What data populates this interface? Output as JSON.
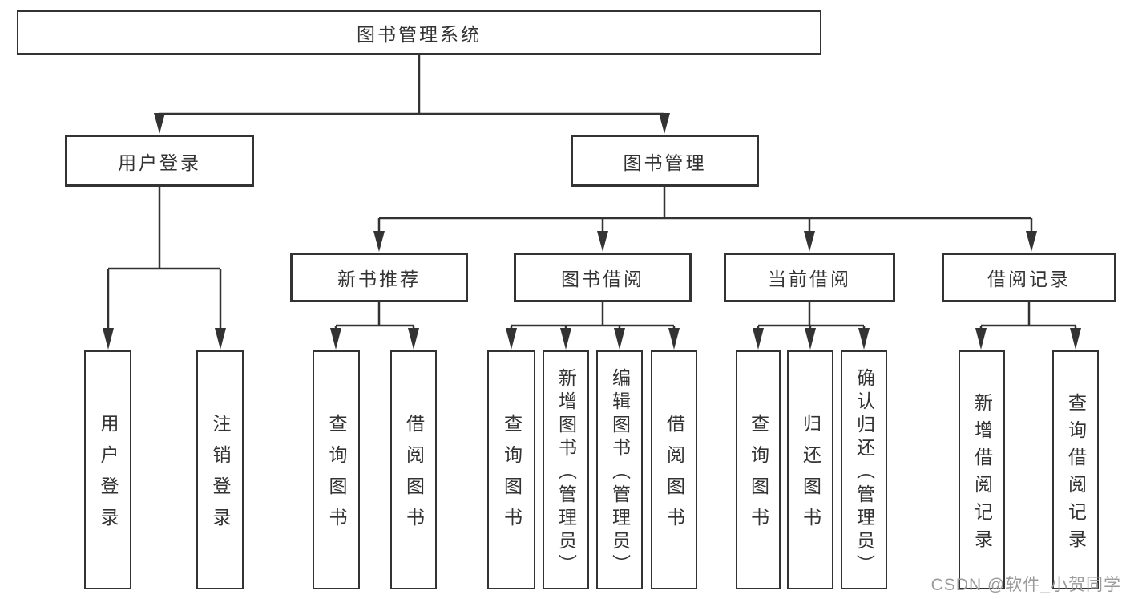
{
  "tree": {
    "root": "图书管理系统",
    "branches": [
      {
        "label": "用户登录",
        "children": [
          "用户登录",
          "注销登录"
        ]
      },
      {
        "label": "图书管理",
        "sections": [
          {
            "label": "新书推荐",
            "children": [
              "查询图书",
              "借阅图书"
            ]
          },
          {
            "label": "图书借阅",
            "children": [
              "查询图书",
              "新增图书（管理员）",
              "编辑图书（管理员）",
              "借阅图书"
            ]
          },
          {
            "label": "当前借阅",
            "children": [
              "查询图书",
              "归还图书",
              "确认归还（管理员）"
            ]
          },
          {
            "label": "借阅记录",
            "children": [
              "新增借阅记录",
              "查询借阅记录"
            ]
          }
        ]
      }
    ]
  },
  "watermark": "CSDN @软件_小贺同学",
  "colors": {
    "line": "#333333",
    "border": "#333333",
    "text": "#333333",
    "watermark": "#9a9a9a",
    "background": "#ffffff"
  }
}
